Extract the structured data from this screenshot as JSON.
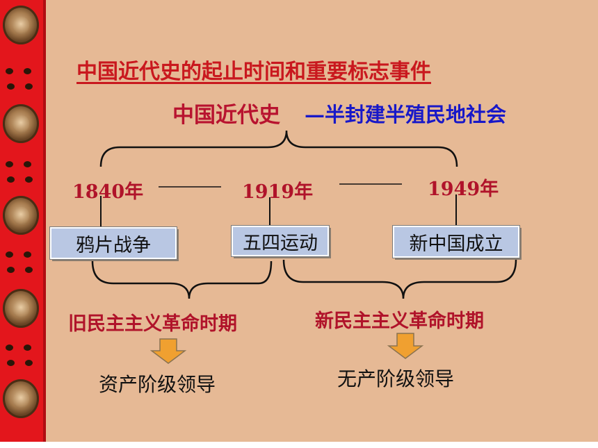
{
  "title": "中国近代史的起止时间和重要标志事件",
  "subtitle": {
    "left": "中国近代史",
    "right": "—半封建半殖民地社会"
  },
  "years": [
    "1840年",
    "1919年",
    "1949年"
  ],
  "events": [
    "鸦片战争",
    "五四运动",
    "新中国成立"
  ],
  "periods": [
    "旧民主主义革命时期",
    "新民主主义革命时期"
  ],
  "leaders": [
    "资产阶级领导",
    "无产阶级领导"
  ],
  "colors": {
    "background": "#e6b995",
    "border": "#e3161c",
    "title_red": "#c9181e",
    "subtitle_blue": "#1818c8",
    "event_box": "#b9c7e3",
    "arrow_orange": "#f0a030"
  }
}
